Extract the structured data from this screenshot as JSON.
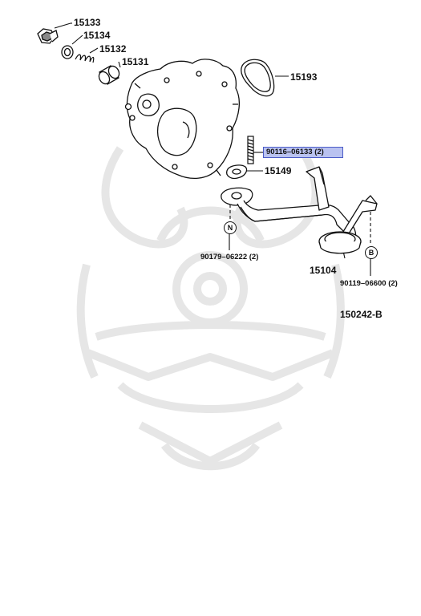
{
  "diagram": {
    "code": "150242-B",
    "colors": {
      "ink": "#111111",
      "highlight_fill": "#b9c2f0",
      "highlight_border": "#4a5bc7",
      "watermark": "#e6e6e6"
    },
    "labels": {
      "p15133": "15133",
      "p15134": "15134",
      "p15132": "15132",
      "p15131": "15131",
      "p15193": "15193",
      "p90116": "90116–06133 (2)",
      "p15149": "15149",
      "p15104": "15104",
      "p90179": "90179–06222 (2)",
      "p90119": "90119–06600 (2)"
    },
    "callouts": {
      "n": "N",
      "b": "B"
    },
    "highlighted_part": "90116–06133 (2)"
  }
}
